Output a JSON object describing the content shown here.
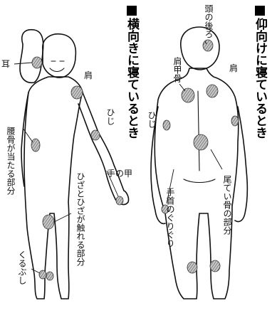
{
  "titles": {
    "side": "横向きに寝ているとき",
    "back": "仰向けに寝ているとき"
  },
  "labels": {
    "ear": "耳",
    "shoulder_side": "肩",
    "elbow_side": "ひじ",
    "hip_bone": "腰骨が当たる部分",
    "back_of_hand": "手の甲",
    "knees": "ひざとひざが触れる部分",
    "ankle": "くるぶし",
    "back_of_head": "頭の後ろ",
    "shoulder_back": "肩",
    "shoulder_blade": "肩甲骨",
    "elbow_back": "ひじ",
    "tailbone": "尾てい骨の部分",
    "wrist": "手首のぐりぐり"
  },
  "colors": {
    "ink": "#111111",
    "spot": "#8a8a8a"
  }
}
